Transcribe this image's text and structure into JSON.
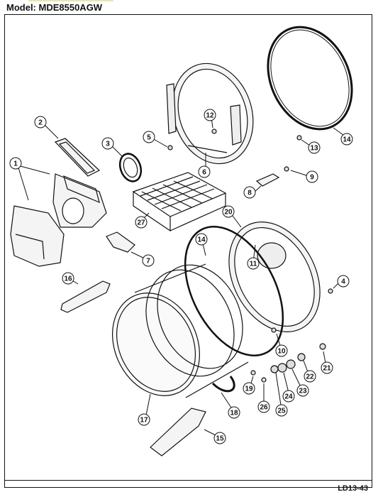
{
  "header": {
    "model_label": "Model:  MDE8550AGW"
  },
  "footer": {
    "reference_code": "LD13-43"
  },
  "callouts": [
    "1",
    "2",
    "3",
    "4",
    "5",
    "6",
    "7",
    "8",
    "9",
    "10",
    "11",
    "12",
    "13",
    "14",
    "14",
    "15",
    "16",
    "17",
    "18",
    "19",
    "20",
    "21",
    "22",
    "23",
    "24",
    "25",
    "26",
    "27"
  ],
  "colors": {
    "line": "#111111",
    "background": "#ffffff",
    "part_fill": "#f4f4f4"
  }
}
